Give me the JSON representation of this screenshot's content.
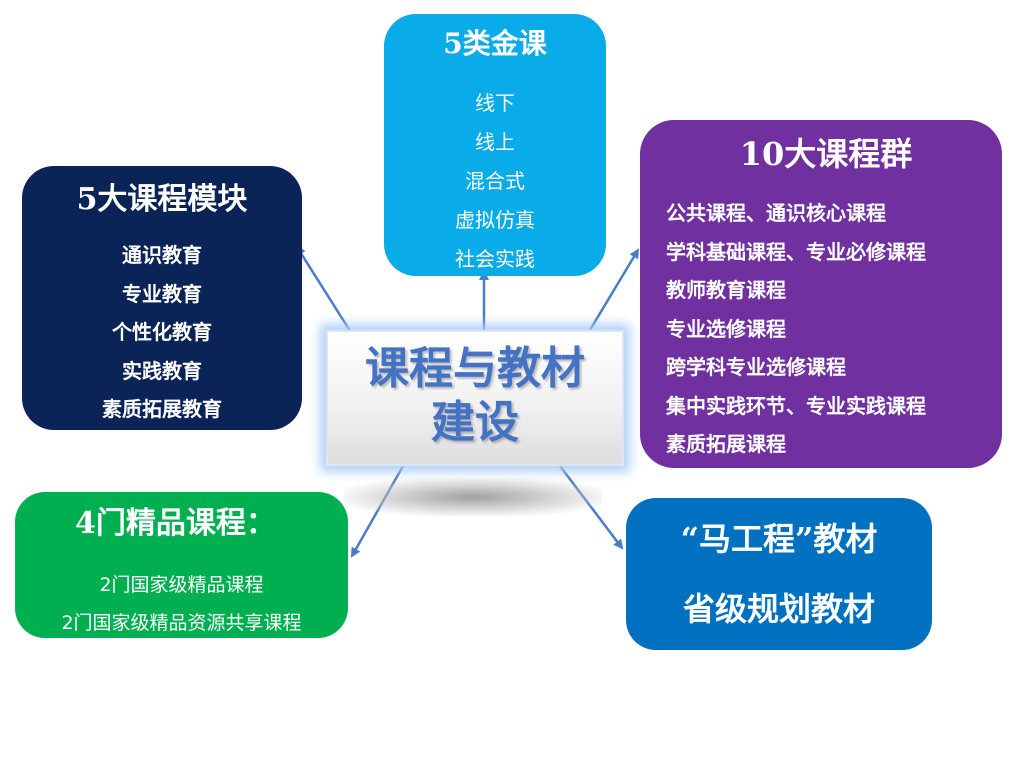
{
  "center": {
    "line1": "课程与教材",
    "line2": "建设"
  },
  "modules": {
    "title": "5大课程模块",
    "items": [
      "通识教育",
      "专业教育",
      "个性化教育",
      "实践教育",
      "素质拓展教育"
    ]
  },
  "golden_courses": {
    "title": "5类金课",
    "items": [
      "线下",
      "线上",
      "混合式",
      "虚拟仿真",
      "社会实践"
    ]
  },
  "course_groups": {
    "title": "10大课程群",
    "items": [
      "公共课程、通识核心课程",
      "学科基础课程、专业必修课程",
      "教师教育课程",
      "专业选修课程",
      "跨学科专业选修课程",
      "集中实践环节、专业实践课程",
      "素质拓展课程"
    ]
  },
  "quality_courses": {
    "title": "4门精品课程：",
    "items": [
      "2门国家级精品课程",
      "2门国家级精品资源共享课程"
    ]
  },
  "textbooks": {
    "items": [
      "“马工程”教材",
      "省级规划教材"
    ]
  },
  "colors": {
    "modules": "#0b2457",
    "golden_courses": "#09abe8",
    "course_groups": "#7030a0",
    "quality_courses": "#00b050",
    "textbooks": "#0070c0",
    "center_text": "#4472c4",
    "arrow": "#4a7cc8"
  }
}
